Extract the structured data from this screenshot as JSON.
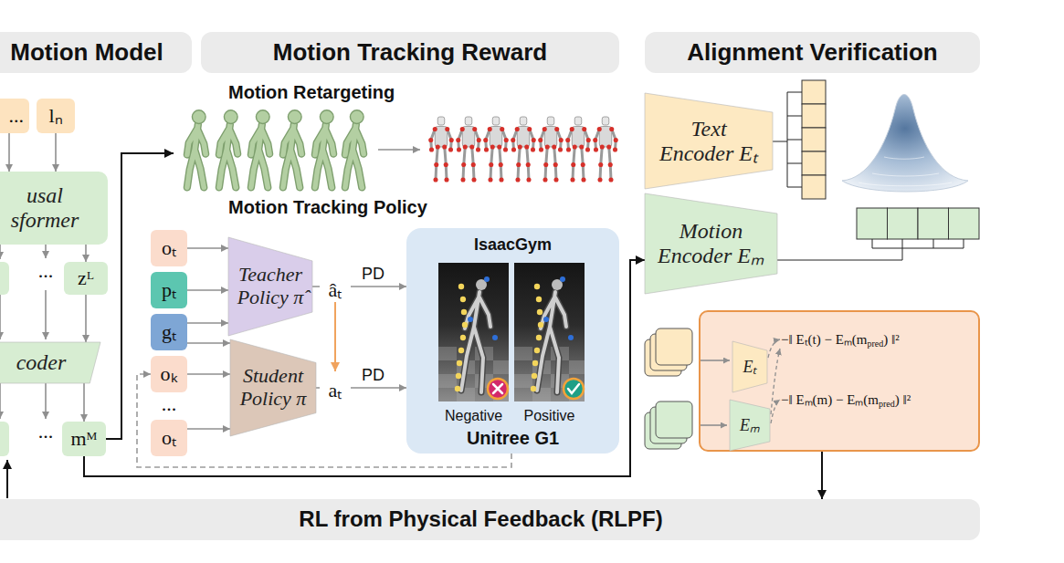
{
  "diagram": {
    "nodes": [
      {
        "text": [
          "Motion Model"
        ]
      },
      {
        "text": [
          "Motion Tracking Reward"
        ]
      },
      {
        "text": [
          "Alignment Verification"
        ]
      },
      {
        "text": [
          "..."
        ]
      },
      {
        "text": [
          "lₙ"
        ]
      },
      {
        "text": [
          "usal sformer"
        ]
      },
      {
        "text": [
          "zᴸ"
        ]
      },
      {
        "text": [
          "coder"
        ]
      },
      {
        "text": [
          "mᴹ"
        ]
      },
      {
        "text": [
          "oₜ"
        ]
      },
      {
        "text": [
          "pₜ"
        ]
      },
      {
        "text": [
          "gₜ"
        ]
      },
      {
        "text": [
          "oₖ"
        ]
      },
      {
        "text": [
          "oₜ"
        ]
      },
      {
        "text": [
          "Teacher Policy π̂"
        ]
      },
      {
        "text": [
          "Student Policy π"
        ]
      },
      {
        "text": [
          "IsaacGym",
          "Negative",
          "Positive",
          "Unitree G1"
        ]
      },
      {
        "text": [
          "Text Encoder Eₜ"
        ]
      },
      {
        "text": [
          "Motion Encoder Eₘ"
        ]
      },
      {
        "text": [
          "−‖ Eₜ(t) − Eₘ(m",
          "pred",
          ") ‖²",
          "−‖ Eₘ(m) − Eₘ(m",
          "pred",
          ") ‖²"
        ]
      },
      {
        "text": [
          "Eₜ"
        ],
        "in": 19
      },
      {
        "text": [
          "Eₘ"
        ],
        "in": 19
      },
      {
        "text": [
          "RL from Physical Feedback (RLPF)"
        ]
      }
    ],
    "edges": [
      {
        "from": 3,
        "to": 5,
        "arrow": "to"
      },
      {
        "from": 4,
        "to": 5,
        "arrow": "to"
      },
      {
        "from": 5,
        "to": 6,
        "arrow": "to"
      },
      {
        "from": 6,
        "to": 7,
        "arrow": "to"
      },
      {
        "from": 7,
        "to": 8,
        "arrow": "to"
      },
      {
        "from": 9,
        "to": 14,
        "arrow": "to"
      },
      {
        "from": 10,
        "to": 14,
        "arrow": "to"
      },
      {
        "from": 11,
        "to": 14,
        "arrow": "to"
      },
      {
        "from": 11,
        "to": 15,
        "arrow": "to"
      },
      {
        "from": 12,
        "to": 15,
        "arrow": "to"
      },
      {
        "from": 13,
        "to": 15,
        "arrow": "to"
      },
      {
        "from": 14,
        "to": 16,
        "label": "PD",
        "arrow": "to"
      },
      {
        "from": 15,
        "to": 16,
        "label": "PD",
        "arrow": "to"
      },
      {
        "from": 16,
        "to": 12,
        "arrow": "to"
      },
      {
        "from": 8,
        "to": 18,
        "arrow": "to"
      },
      {
        "from": 19,
        "to": 22,
        "arrow": "to"
      }
    ],
    "labels": [
      "...",
      "...",
      "...",
      "Motion Retargeting",
      "Motion Tracking Policy",
      "âₜ",
      "aₜ"
    ]
  }
}
